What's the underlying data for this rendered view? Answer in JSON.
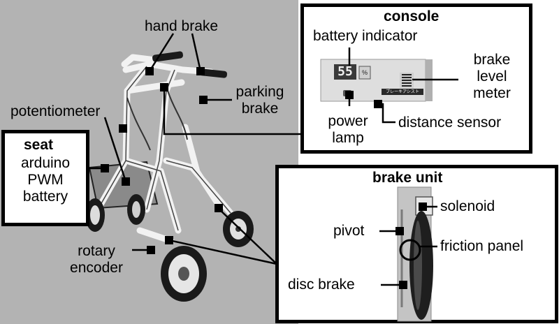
{
  "labels": {
    "hand_brake": "hand brake",
    "parking_brake": [
      "parking",
      "brake"
    ],
    "potentiometer": "potentiometer",
    "rotary_encoder": [
      "rotary",
      "encoder"
    ]
  },
  "seat": {
    "title": "seat",
    "lines": [
      "arduino",
      "PWM",
      "battery"
    ]
  },
  "console": {
    "title": "console",
    "battery_indicator": "battery indicator",
    "brake_level_meter": [
      "brake",
      "level",
      "meter"
    ],
    "power_lamp": [
      "power",
      "lamp"
    ],
    "distance_sensor": "distance sensor",
    "display_digits": "55",
    "display_unit": "%",
    "panel_text": "ブレーキアシスト"
  },
  "brake_unit": {
    "title": "brake unit",
    "solenoid": "solenoid",
    "pivot": "pivot",
    "friction_panel": "friction panel",
    "disc_brake": "disc brake"
  },
  "colors": {
    "photo_background": "#b3b3b3",
    "frame": "#ffffff",
    "outline": "#000000"
  }
}
